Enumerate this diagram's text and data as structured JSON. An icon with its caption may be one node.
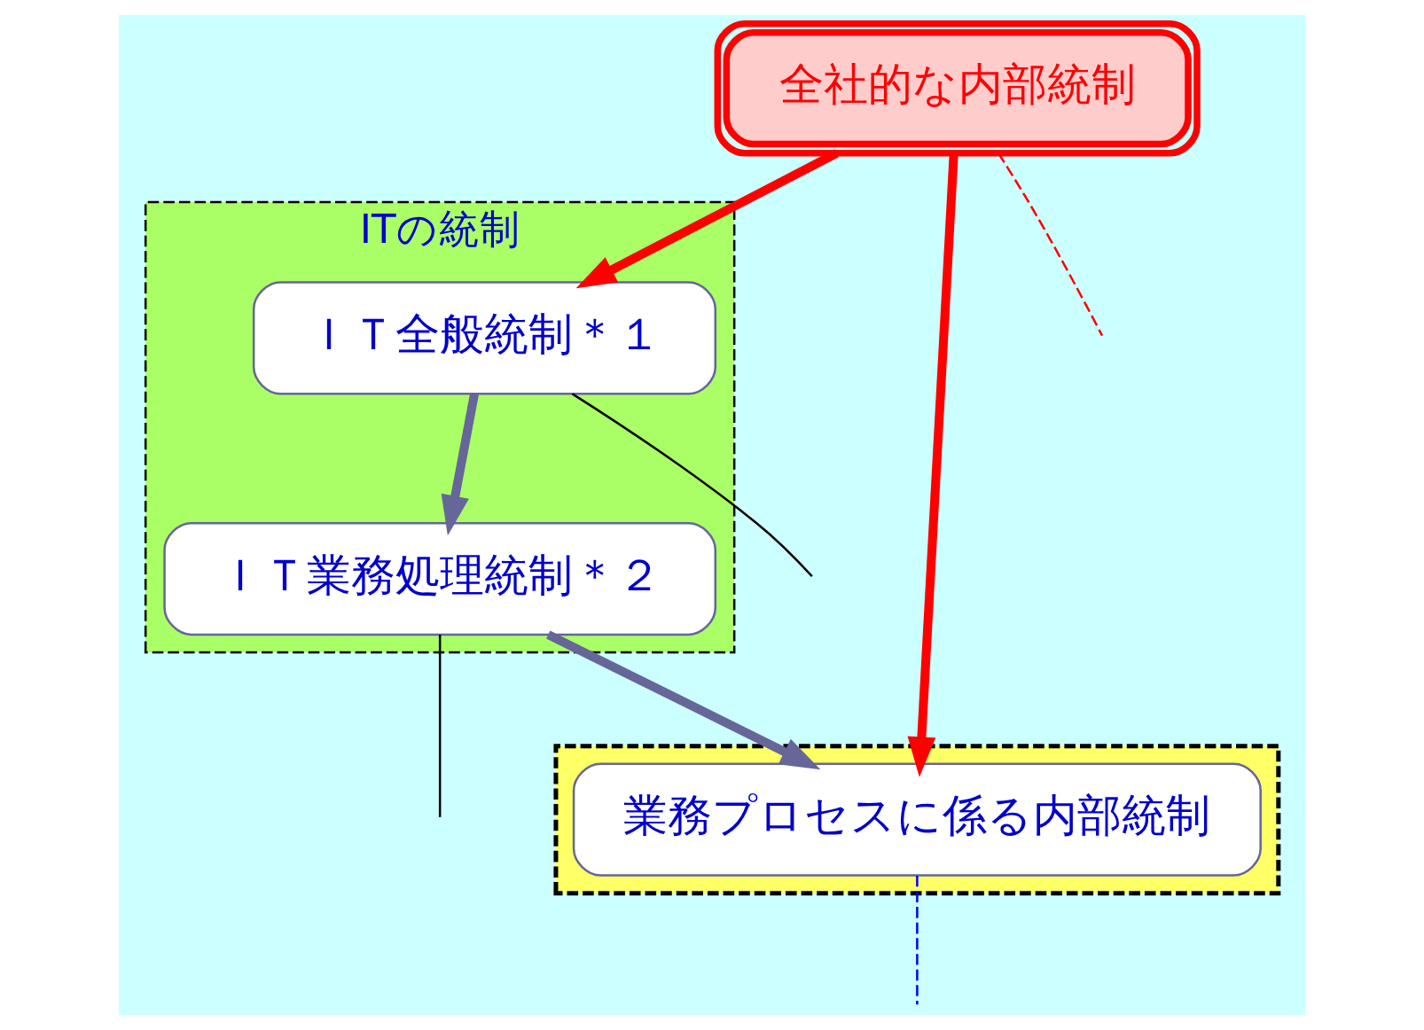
{
  "diagram": {
    "nodes": [
      {
        "text": [
          "全社的な内部統制"
        ]
      },
      {
        "text": [],
        "shape": "box"
      },
      {
        "text": [
          "業務プロセスに係る内部統制"
        ],
        "in": 1
      },
      {
        "text": [
          "ITの統制"
        ]
      },
      {
        "text": [
          "ＩＴ全般統制＊１"
        ],
        "in": 3
      },
      {
        "text": [
          "ＩＴ業務処理統制＊２"
        ],
        "in": 3
      }
    ],
    "edges": [
      {
        "from": 0,
        "to": 4,
        "arrow": "to",
        "style": "thick",
        "color": "#ff0000"
      },
      {
        "from": 0,
        "to": 2,
        "arrow": "to",
        "style": "thick",
        "color": "#ff0000"
      },
      {
        "from": 4,
        "to": 5,
        "arrow": "to",
        "style": "thick",
        "color": "#666699"
      },
      {
        "from": 5,
        "to": 2,
        "arrow": "to",
        "style": "thick",
        "color": "#666699"
      },
      {
        "from": 4,
        "to": null,
        "arrow": "none",
        "color": "#000000"
      },
      {
        "from": 5,
        "to": null,
        "arrow": "none",
        "color": "#000000"
      },
      {
        "from": 0,
        "to": null,
        "arrow": "none",
        "style": "dashed",
        "color": "#ff0000"
      },
      {
        "from": 2,
        "to": null,
        "arrow": "none",
        "style": "dashed",
        "color": "#0000ff"
      }
    ]
  }
}
